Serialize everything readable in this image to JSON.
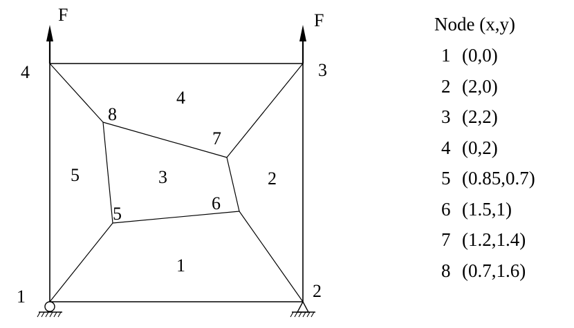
{
  "diagram": {
    "load_label": "F",
    "node_labels": [
      "1",
      "2",
      "3",
      "4",
      "5",
      "6",
      "7",
      "8"
    ],
    "element_labels": [
      "1",
      "2",
      "3",
      "4",
      "5"
    ]
  },
  "table": {
    "header": "Node (x,y)",
    "rows": [
      {
        "node": "1",
        "coords": "(0,0)"
      },
      {
        "node": "2",
        "coords": "(2,0)"
      },
      {
        "node": "3",
        "coords": "(2,2)"
      },
      {
        "node": "4",
        "coords": "(0,2)"
      },
      {
        "node": "5",
        "coords": "(0.85,0.7)"
      },
      {
        "node": "6",
        "coords": "(1.5,1)"
      },
      {
        "node": "7",
        "coords": "(1.2,1.4)"
      },
      {
        "node": "8",
        "coords": "(0.7,1.6)"
      }
    ]
  }
}
